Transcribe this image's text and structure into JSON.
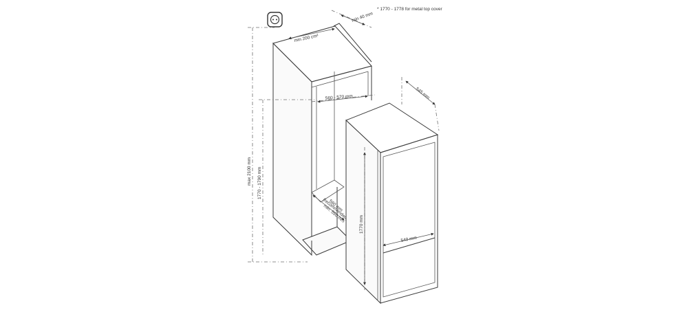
{
  "note": "* 1770 - 1778 for metal top cover",
  "icon": "power-socket-icon",
  "labels": {
    "min_40": "min 40 mm",
    "min_200": "min 200 cm²",
    "w_560_570": "560 - 570 mm",
    "max_2100": "max 2100 mm",
    "h_1770_1790": "1770 - 1790 mm",
    "d_560": "560 mm",
    "recommended": "(recommended)",
    "min_550": "min. 550 mm",
    "d_545": "545 mm",
    "h_1770": "1770 mm",
    "w_540": "540 mm"
  }
}
